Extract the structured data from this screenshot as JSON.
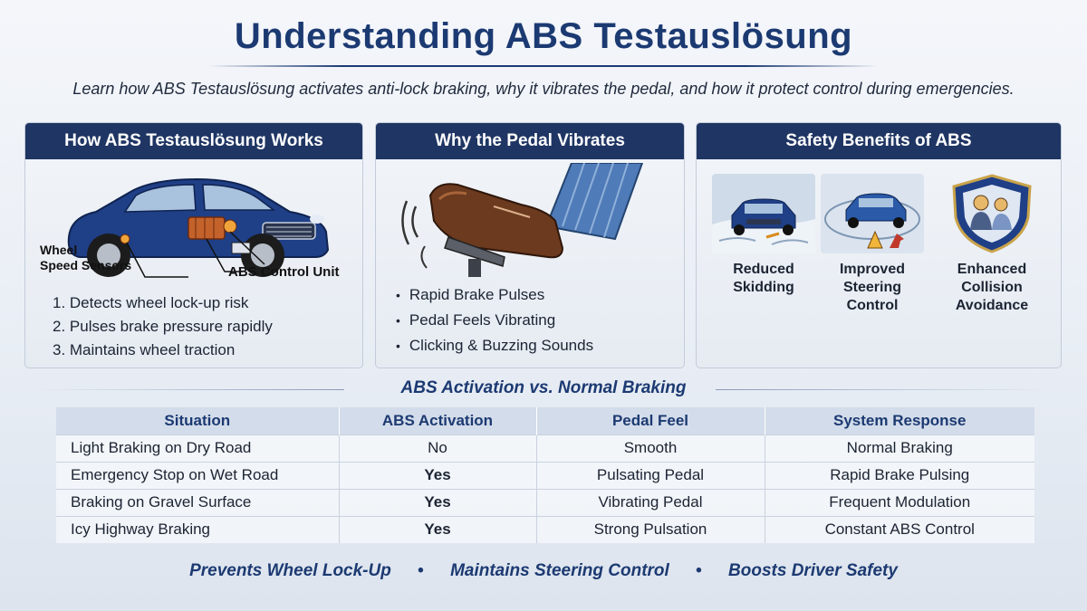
{
  "title": "Understanding ABS Testauslösung",
  "subtitle": "Learn how ABS Testauslösung activates anti-lock braking, why it vibrates the pedal, and how it protect control during emergencies.",
  "colors": {
    "navy": "#1f3563",
    "accent_blue": "#1c3a72",
    "yes_orange": "#c04a1a"
  },
  "panels": {
    "works": {
      "title": "How ABS Testauslösung Works",
      "label_wheel_line1": "Wheel",
      "label_wheel_line2": "Speed Sensors",
      "label_abs": "ABS Control Unit",
      "steps": [
        "1. Detects wheel lock-up risk",
        "2. Pulses brake pressure rapidly",
        "3. Maintains wheel traction"
      ]
    },
    "vibrates": {
      "title": "Why the Pedal Vibrates",
      "bullets": [
        "Rapid Brake Pulses",
        "Pedal Feels Vibrating",
        "Clicking & Buzzing Sounds"
      ]
    },
    "benefits": {
      "title": "Safety Benefits of ABS",
      "items": [
        {
          "line1": "Reduced",
          "line2": "Skidding",
          "line3": "",
          "icon": "skidding-car-icon"
        },
        {
          "line1": "Improved",
          "line2": "Steering",
          "line3": "Control",
          "icon": "steering-car-icon"
        },
        {
          "line1": "Enhanced",
          "line2": "Collision",
          "line3": "Avoidance",
          "icon": "shield-family-icon"
        }
      ]
    }
  },
  "comparison": {
    "title": "ABS Activation vs. Normal Braking",
    "headers": [
      "Situation",
      "ABS Activation",
      "Pedal Feel",
      "System Response"
    ],
    "rows": [
      [
        "Light Braking on Dry Road",
        "No",
        "Smooth",
        "Normal Braking"
      ],
      [
        "Emergency Stop on Wet Road",
        "Yes",
        "Pulsating Pedal",
        "Rapid Brake Pulsing"
      ],
      [
        "Braking on Gravel Surface",
        "Yes",
        "Vibrating Pedal",
        "Frequent Modulation"
      ],
      [
        "Icy Highway Braking",
        "Yes",
        "Strong Pulsation",
        "Constant ABS Control"
      ]
    ]
  },
  "footer": {
    "items": [
      "Prevents Wheel Lock-Up",
      "Maintains Steering Control",
      "Boosts Driver Safety"
    ],
    "separator": "•"
  }
}
